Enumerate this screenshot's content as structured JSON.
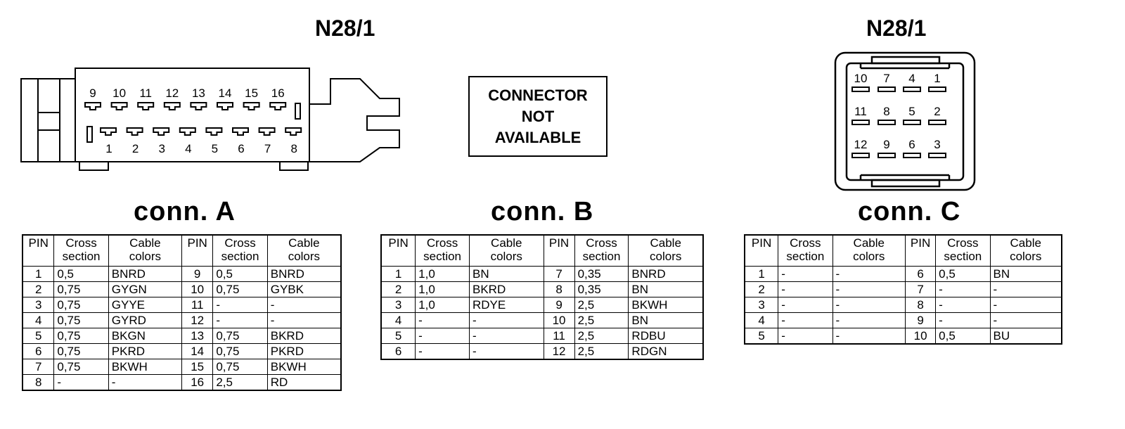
{
  "connector_left": {
    "title": "N28/1",
    "top_pins": [
      "9",
      "10",
      "11",
      "12",
      "13",
      "14",
      "15",
      "16"
    ],
    "bottom_pins": [
      "1",
      "2",
      "3",
      "4",
      "5",
      "6",
      "7",
      "8"
    ]
  },
  "connector_middle": {
    "message_lines": [
      "CONNECTOR",
      "NOT",
      "AVAILABLE"
    ]
  },
  "connector_right": {
    "title": "N28/1",
    "rows": [
      [
        "10",
        "7",
        "4",
        "1"
      ],
      [
        "11",
        "8",
        "5",
        "2"
      ],
      [
        "12",
        "9",
        "6",
        "3"
      ]
    ]
  },
  "tables": [
    {
      "title": "conn. A",
      "headers": [
        "PIN",
        "Cross\nsection",
        "Cable\ncolors",
        "PIN",
        "Cross\nsection",
        "Cable\ncolors"
      ],
      "rows": [
        [
          "1",
          "0,5",
          "BNRD",
          "9",
          "0,5",
          "BNRD"
        ],
        [
          "2",
          "0,75",
          "GYGN",
          "10",
          "0,75",
          "GYBK"
        ],
        [
          "3",
          "0,75",
          "GYYE",
          "11",
          "-",
          "-"
        ],
        [
          "4",
          "0,75",
          "GYRD",
          "12",
          "-",
          "-"
        ],
        [
          "5",
          "0,75",
          "BKGN",
          "13",
          "0,75",
          "BKRD"
        ],
        [
          "6",
          "0,75",
          "PKRD",
          "14",
          "0,75",
          "PKRD"
        ],
        [
          "7",
          "0,75",
          "BKWH",
          "15",
          "0,75",
          "BKWH"
        ],
        [
          "8",
          "-",
          "-",
          "16",
          "2,5",
          "RD"
        ]
      ]
    },
    {
      "title": "conn. B",
      "headers": [
        "PIN",
        "Cross\nsection",
        "Cable\ncolors",
        "PIN",
        "Cross\nsection",
        "Cable\ncolors"
      ],
      "rows": [
        [
          "1",
          "1,0",
          "BN",
          "7",
          "0,35",
          "BNRD"
        ],
        [
          "2",
          "1,0",
          "BKRD",
          "8",
          "0,35",
          "BN"
        ],
        [
          "3",
          "1,0",
          "RDYE",
          "9",
          "2,5",
          "BKWH"
        ],
        [
          "4",
          "-",
          "-",
          "10",
          "2,5",
          "BN"
        ],
        [
          "5",
          "-",
          "-",
          "11",
          "2,5",
          "RDBU"
        ],
        [
          "6",
          "-",
          "-",
          "12",
          "2,5",
          "RDGN"
        ]
      ]
    },
    {
      "title": "conn. C",
      "headers": [
        "PIN",
        "Cross\nsection",
        "Cable\ncolors",
        "PIN",
        "Cross\nsection",
        "Cable\ncolors"
      ],
      "rows": [
        [
          "1",
          "-",
          "-",
          "6",
          "0,5",
          "BN"
        ],
        [
          "2",
          "-",
          "-",
          "7",
          "-",
          "-"
        ],
        [
          "3",
          "-",
          "-",
          "8",
          "-",
          "-"
        ],
        [
          "4",
          "-",
          "-",
          "9",
          "-",
          "-"
        ],
        [
          "5",
          "-",
          "-",
          "10",
          "0,5",
          "BU"
        ]
      ]
    }
  ]
}
